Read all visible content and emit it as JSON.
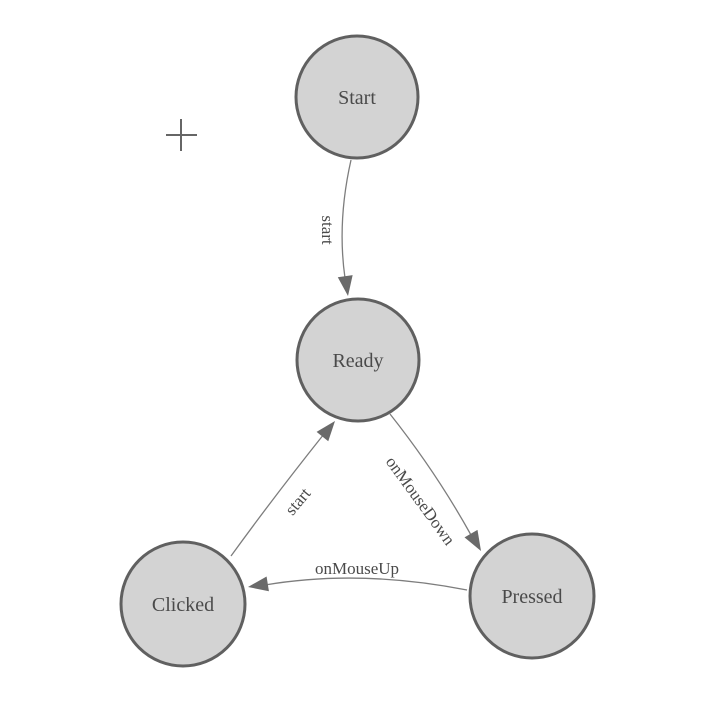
{
  "canvas": {
    "background": "#ffffff"
  },
  "diagram": {
    "type": "state-machine",
    "nodes": [
      {
        "id": "start",
        "label": "Start"
      },
      {
        "id": "ready",
        "label": "Ready"
      },
      {
        "id": "clicked",
        "label": "Clicked"
      },
      {
        "id": "pressed",
        "label": "Pressed"
      }
    ],
    "edges": [
      {
        "from": "Start",
        "to": "Ready",
        "label": "start"
      },
      {
        "from": "Clicked",
        "to": "Ready",
        "label": "start"
      },
      {
        "from": "Ready",
        "to": "Pressed",
        "label": "onMouseDown"
      },
      {
        "from": "Pressed",
        "to": "Clicked",
        "label": "onMouseUp"
      }
    ],
    "colors": {
      "node_fill": "#d3d3d3",
      "node_stroke": "#606060",
      "edge_stroke": "#7d7d7d",
      "arrow_fill": "#6a6a6a",
      "text": "#4a4a4a",
      "cursor_cross": "#666666"
    }
  }
}
